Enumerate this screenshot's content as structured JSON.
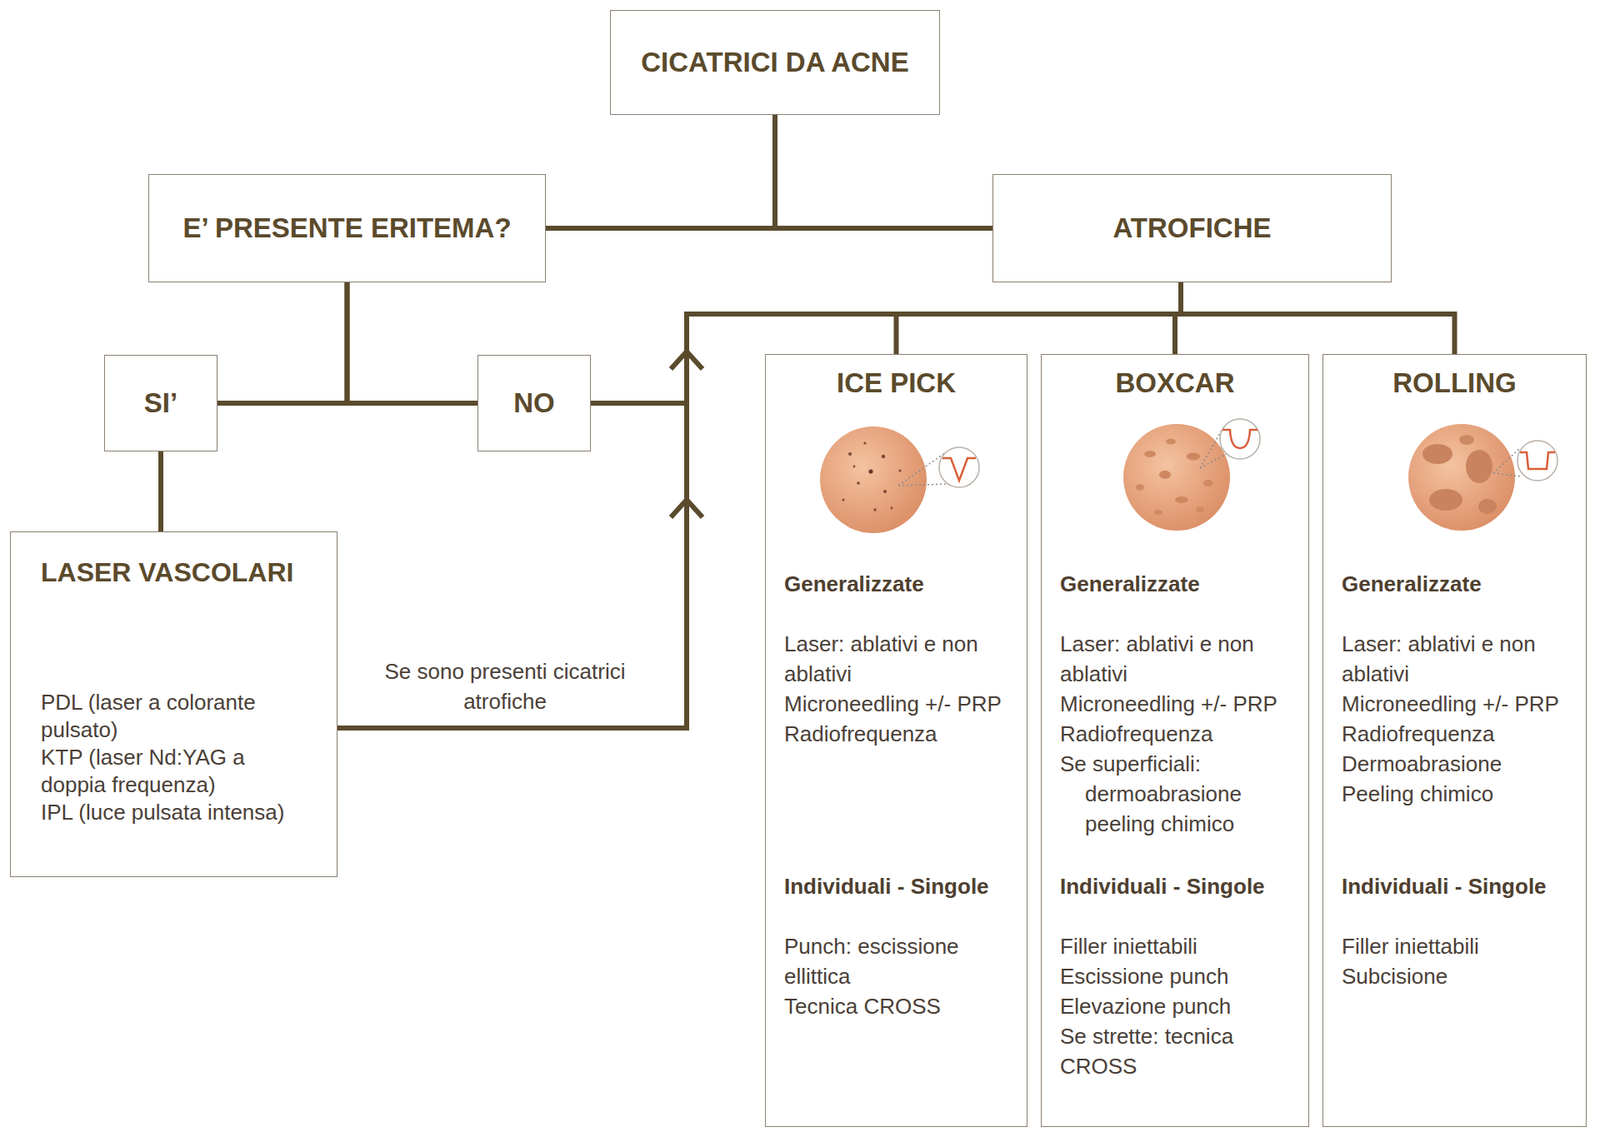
{
  "diagram": {
    "nodes": [
      {
        "text": [
          "CICATRICI DA ACNE"
        ]
      },
      {
        "text": [
          "E’ PRESENTE ERITEMA?"
        ]
      },
      {
        "text": [
          "ATROFICHE"
        ]
      },
      {
        "text": [
          "SI’"
        ]
      },
      {
        "text": [
          "NO"
        ]
      },
      {
        "text": [
          "LASER VASCOLARI",
          "PDL (laser a colorante pulsato)",
          "KTP (laser Nd:YAG a doppia frequenza)",
          "IPL (luce pulsata intensa)"
        ]
      },
      {
        "text": [
          "ICE PICK",
          "Generalizzate",
          "Laser: ablativi e non ablativi",
          "Microneedling +/- PRP",
          "Radiofrequenza",
          "Individuali - Singole",
          "Punch: escissione ellittica",
          "Tecnica CROSS"
        ]
      },
      {
        "text": [
          "BOXCAR",
          "Generalizzate",
          "Laser: ablativi e non ablativi",
          "Microneedling +/- PRP",
          "Radiofrequenza",
          "Se superficiali:",
          "dermoabrasione",
          "peeling chimico",
          "Individuali - Singole",
          "Filler iniettabili",
          "Escissione punch",
          "Elevazione punch",
          "Se strette: tecnica CROSS"
        ]
      },
      {
        "text": [
          "ROLLING",
          "Generalizzate",
          "Laser: ablativi e non ablativi",
          "Microneedling +/- PRP",
          "Radiofrequenza",
          "Dermoabrasione",
          "Peeling chimico",
          "Individuali - Singole",
          "Filler iniettabili",
          "Subcisione"
        ]
      }
    ],
    "edges": [
      {
        "from": 0,
        "to": 1,
        "arrow": "none"
      },
      {
        "from": 0,
        "to": 2,
        "arrow": "none"
      },
      {
        "from": 1,
        "to": 3,
        "arrow": "none"
      },
      {
        "from": 1,
        "to": 4,
        "arrow": "none"
      },
      {
        "from": 3,
        "to": 5,
        "arrow": "none"
      },
      {
        "from": 2,
        "to": 6,
        "arrow": "none"
      },
      {
        "from": 2,
        "to": 7,
        "arrow": "none"
      },
      {
        "from": 2,
        "to": 8,
        "arrow": "none"
      },
      {
        "from": 4,
        "to": 2,
        "arrow": "to"
      },
      {
        "from": 5,
        "to": 2,
        "label": "Se sono presenti cicatrici atrofiche",
        "arrow": "to"
      }
    ]
  }
}
